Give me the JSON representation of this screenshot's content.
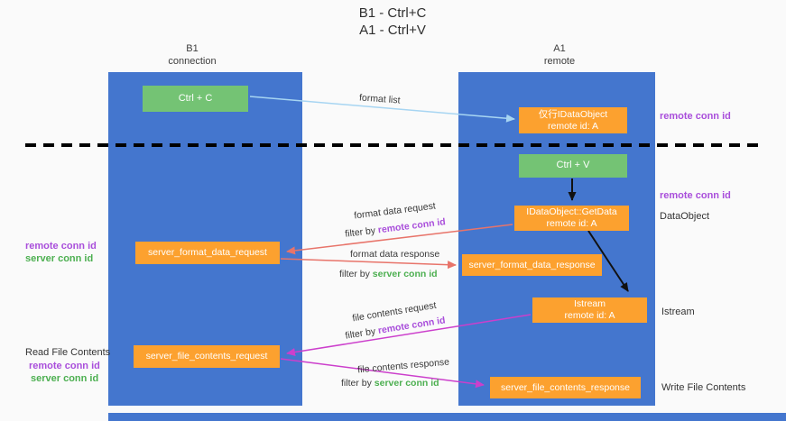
{
  "title": {
    "line1": "B1 - Ctrl+C",
    "line2": "A1 - Ctrl+V"
  },
  "lanes": {
    "left": {
      "title": "B1",
      "subtitle": "connection"
    },
    "right": {
      "title": "A1",
      "subtitle": "remote"
    }
  },
  "nodes": {
    "ctrl_c": {
      "label": "Ctrl + C"
    },
    "ctrl_v": {
      "label": "Ctrl + V"
    },
    "idataobject_stub": {
      "line1": "仅行IDataObject",
      "line2": "remote id: A"
    },
    "getdata": {
      "line1": "IDataObject::GetData",
      "line2": "remote id: A"
    },
    "format_request": {
      "label": "server_format_data_request"
    },
    "format_response": {
      "label": "server_format_data_response"
    },
    "istream": {
      "line1": "Istream",
      "line2": "remote id: A"
    },
    "file_request": {
      "label": "server_file_contents_request"
    },
    "file_response": {
      "label": "server_file_contents_response"
    }
  },
  "annotations": {
    "remote_conn_id_right_top": "remote conn id",
    "remote_conn_id_right_mid": "remote conn id",
    "dataobject": "DataObject",
    "istream": "Istream",
    "write_file_contents": "Write File Contents",
    "read_file_contents": "Read File Contents",
    "remote_conn_id_left_top": "remote conn id",
    "server_conn_id_left_top": "server conn id",
    "remote_conn_id_left_bottom": "remote conn id",
    "server_conn_id_left_bottom": "server conn id"
  },
  "arrows": {
    "format_list": {
      "label": "format list"
    },
    "format_request": {
      "label": "format data request",
      "filter_prefix": "filter by ",
      "filter_key": "remote conn id"
    },
    "format_response": {
      "label": "format data response",
      "filter_prefix": "filter by ",
      "filter_key": "server conn id"
    },
    "file_request": {
      "label": "file contents request",
      "filter_prefix": "filter by ",
      "filter_key": "remote conn id"
    },
    "file_response": {
      "label": "file contents response",
      "filter_prefix": "filter by ",
      "filter_key": "server conn id"
    }
  },
  "colors": {
    "lane_blue": "#4476CE",
    "box_green": "#74C374",
    "box_orange": "#FCA12F",
    "arrow_red": "#E8746A",
    "arrow_magenta": "#CC3FCC",
    "arrow_lightblue": "#A7D5F2",
    "arrow_black": "#111111",
    "text_purple": "#A94EDB",
    "text_green": "#4CAF50",
    "dashed_line": "#000000"
  }
}
